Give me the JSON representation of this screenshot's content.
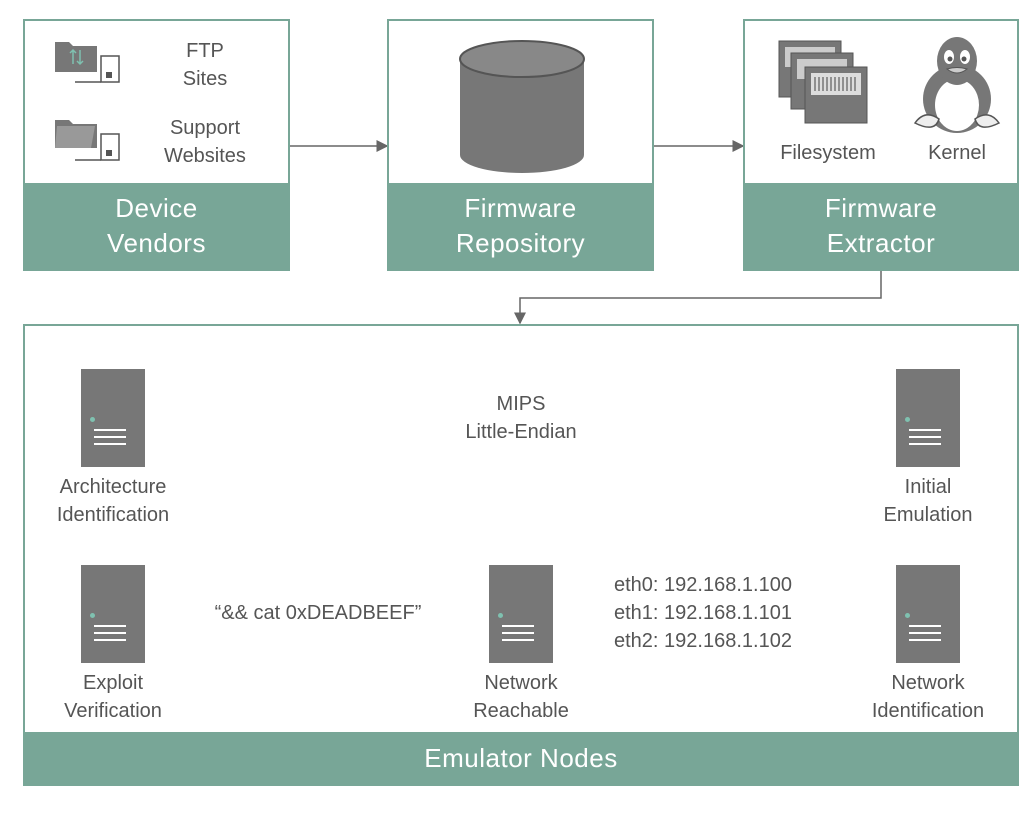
{
  "top": {
    "vendors": {
      "title": "Device\nVendors",
      "item1": "FTP\nSites",
      "item2": "Support\nWebsites"
    },
    "repository": {
      "title": "Firmware\nRepository"
    },
    "extractor": {
      "title": "Firmware\nExtractor",
      "item1": "Filesystem",
      "item2": "Kernel"
    }
  },
  "emulator": {
    "title": "Emulator Nodes",
    "nodes": {
      "arch": "Architecture\nIdentification",
      "initial": "Initial\nEmulation",
      "netid": "Network\nIdentification",
      "reach": "Network\nReachable",
      "exploit": "Exploit\nVerification"
    },
    "arch_label": "MIPS\nLittle-Endian",
    "ips": [
      "eth0: 192.168.1.100",
      "eth1: 192.168.1.101",
      "eth2: 192.168.1.102"
    ],
    "exploit_cmd": "“&& cat 0xDEADBEEF”"
  },
  "colors": {
    "accent": "#78a697",
    "server": "#777777",
    "text": "#555555"
  }
}
